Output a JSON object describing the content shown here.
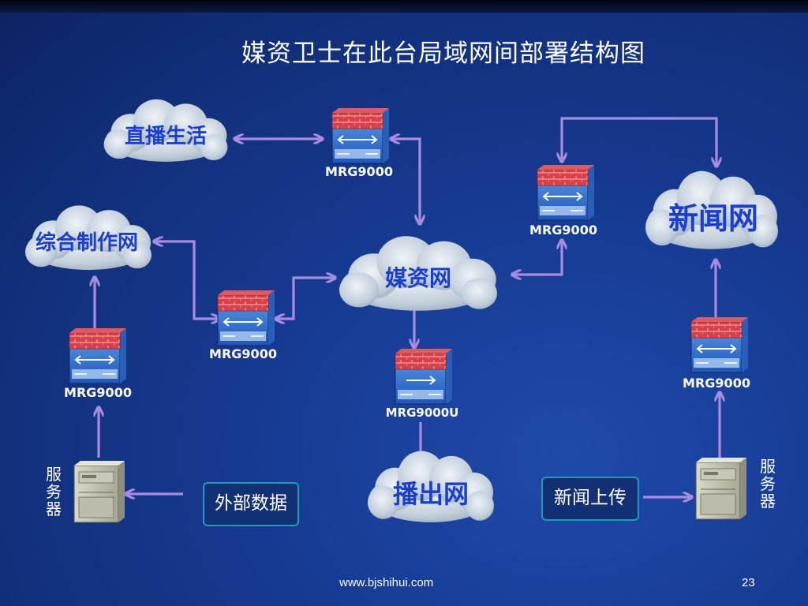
{
  "title": "媒资卫士在此台局域网间部署结构图",
  "clouds": {
    "zhibo": "直播生活",
    "zonghe": "综合制作网",
    "meizi": "媒资网",
    "xinwen": "新闻网",
    "bochu": "播出网"
  },
  "devices": {
    "d1": "MRG9000",
    "d2": "MRG9000",
    "d3": "MRG9000",
    "d4": "MRG9000",
    "d5": "MRG9000U",
    "d6": "MRG9000"
  },
  "labels": {
    "external_data": "外部数据",
    "news_upload": "新闻上传",
    "server_left": "服务器",
    "server_right": "服务器"
  },
  "footer": {
    "url": "www.bjshihui.com",
    "page": "23"
  },
  "colors": {
    "background": "#173c95",
    "arrow": "#a98ce0",
    "cloud_fill": "#b8c7d8",
    "cloud_text": "#1a3fd0",
    "firewall_brick": "#d8414b",
    "device_body": "#3a78d8"
  }
}
